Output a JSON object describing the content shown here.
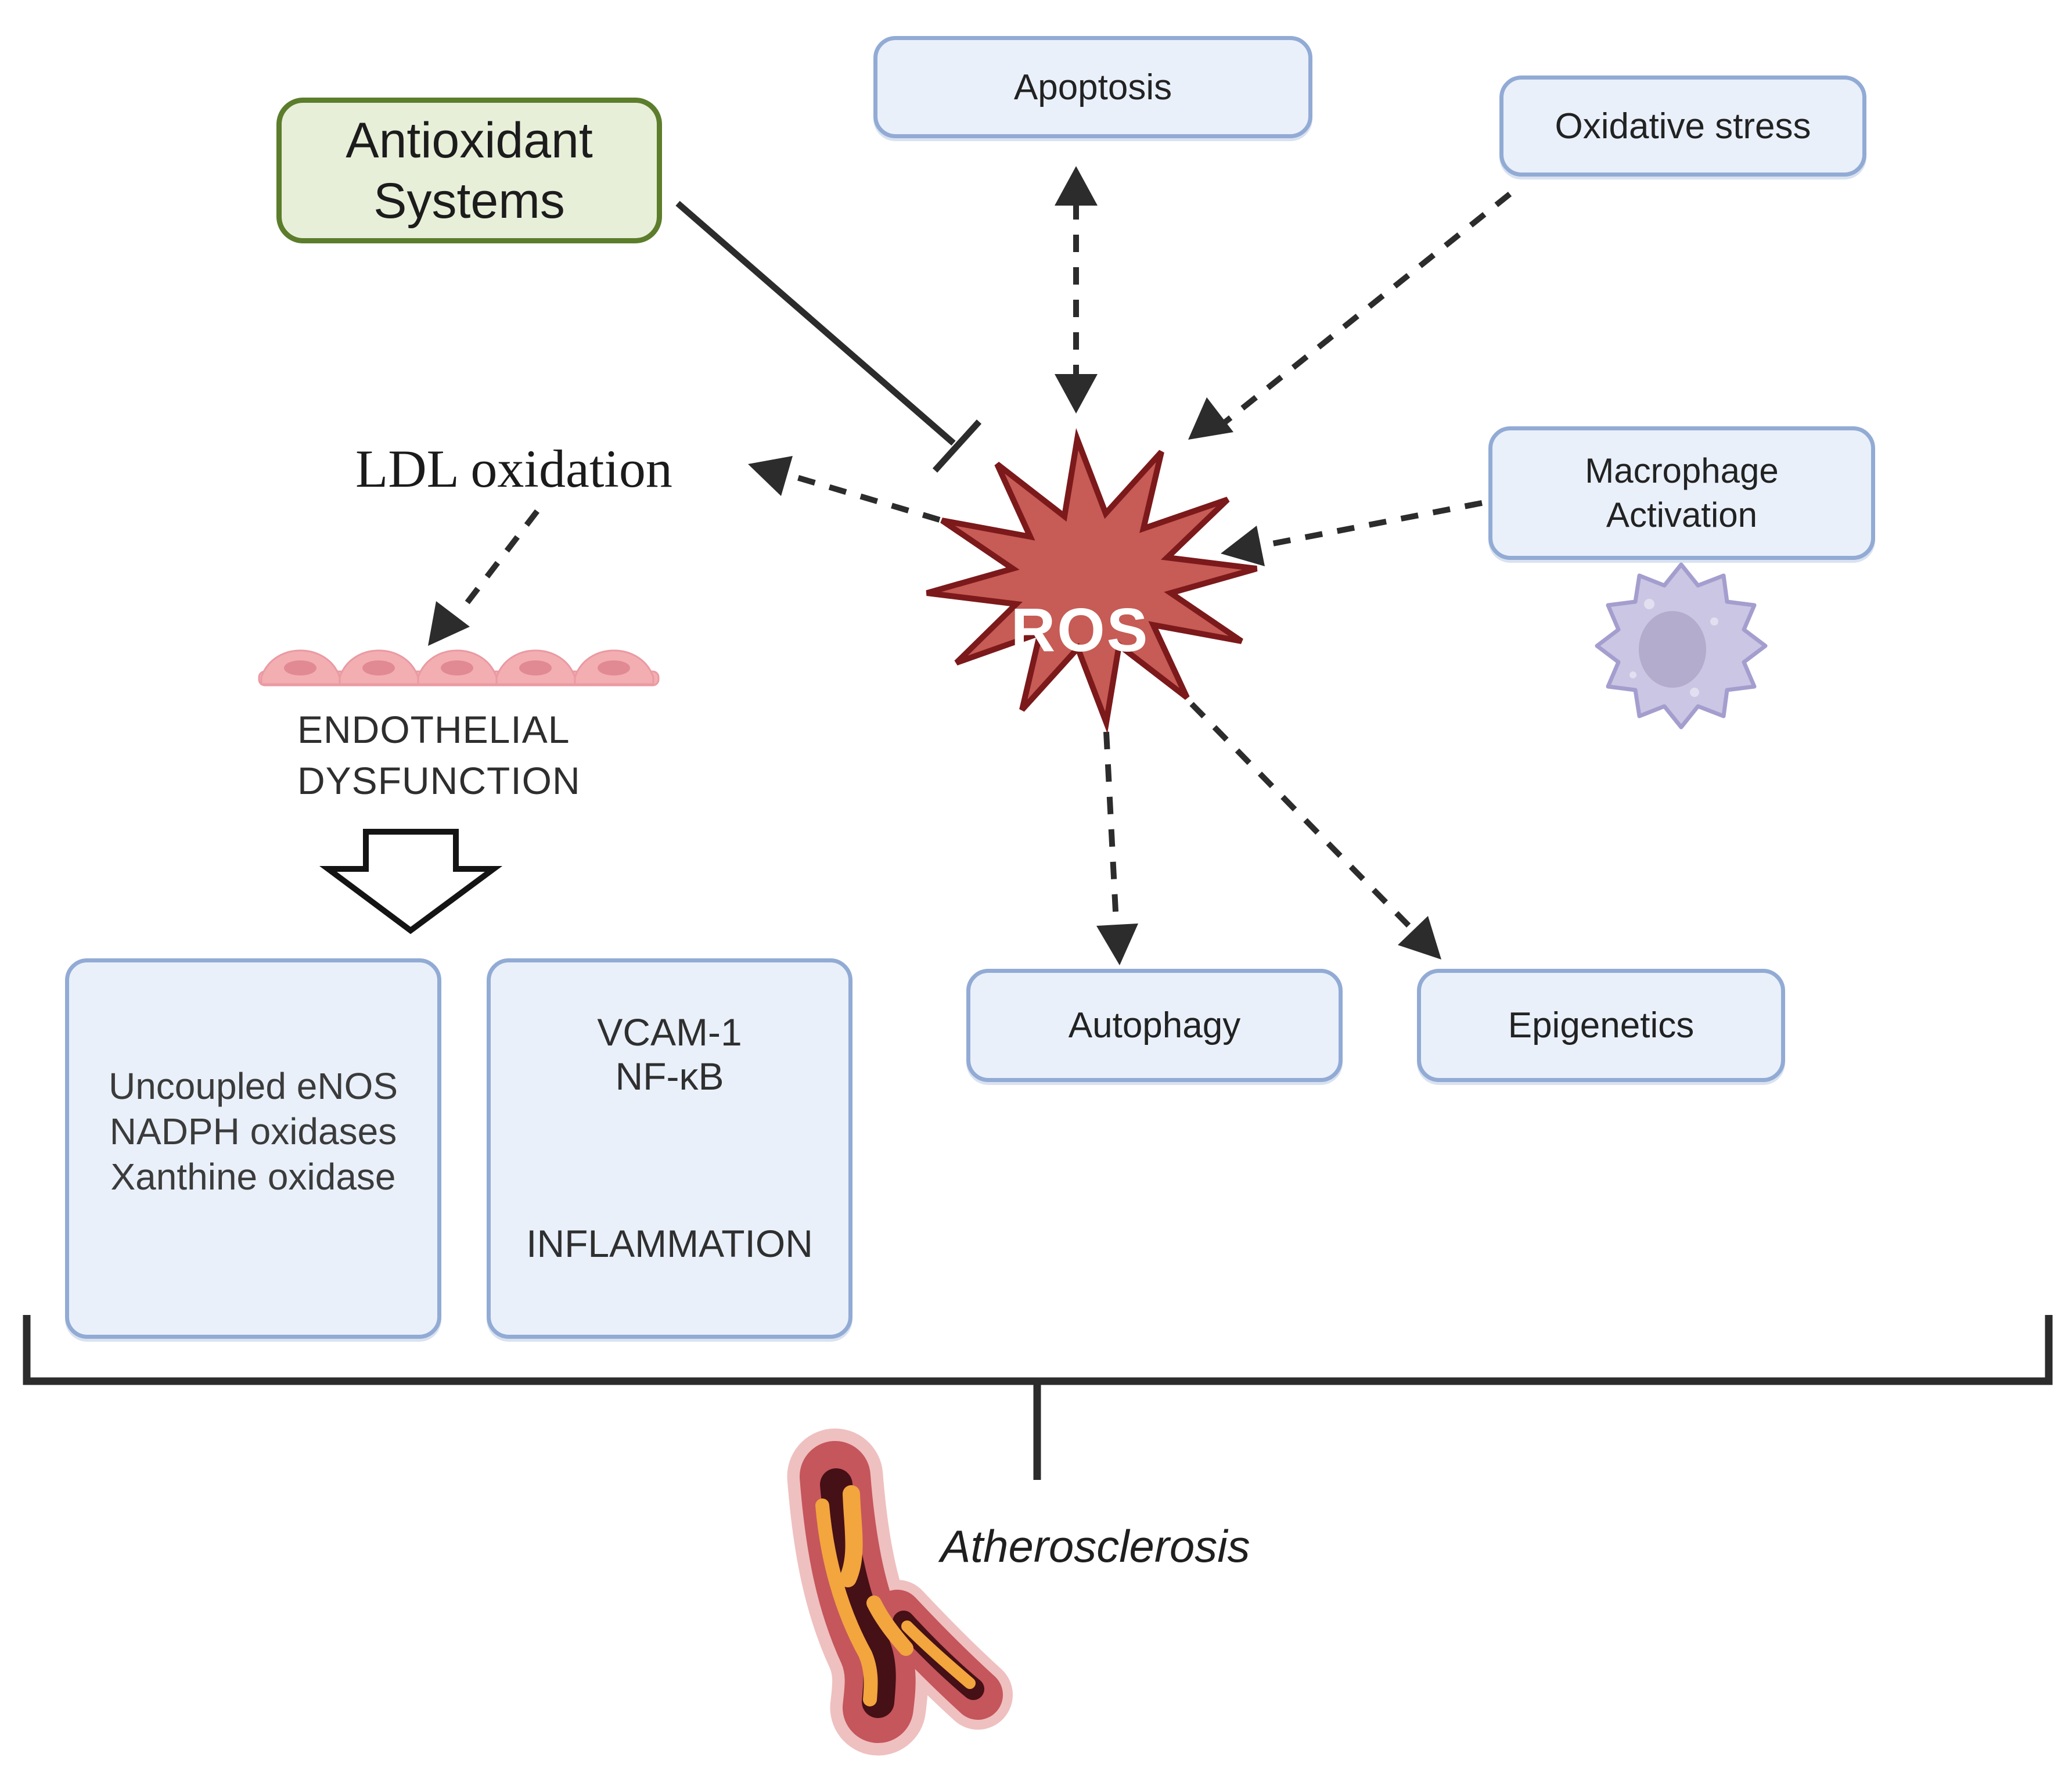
{
  "nodes": {
    "antioxidant_systems": {
      "lines": [
        "Antioxidant",
        "Systems"
      ]
    },
    "apoptosis": {
      "label": "Apoptosis"
    },
    "oxidative_stress": {
      "label": "Oxidative stress"
    },
    "macrophage_activation": {
      "lines": [
        "Macrophage",
        "Activation"
      ]
    },
    "ros": {
      "label": "ROS"
    },
    "ldl_oxidation": {
      "label": "LDL oxidation"
    },
    "endothelial_dysfunction": {
      "lines": [
        "ENDOTHELIAL",
        "DYSFUNCTION"
      ]
    },
    "oxidase_sources": {
      "lines": [
        "Uncoupled eNOS",
        "NADPH oxidases",
        "Xanthine oxidase"
      ]
    },
    "vcam_inflammation": {
      "top_lines": [
        "VCAM-1",
        "NF-κB"
      ],
      "bottom_label": "INFLAMMATION"
    },
    "autophagy": {
      "label": "Autophagy"
    },
    "epigenetics": {
      "label": "Epigenetics"
    },
    "atherosclerosis": {
      "label": "Atherosclerosis"
    }
  },
  "connections": [
    {
      "from": "ros",
      "to": "apoptosis",
      "type": "dashed-double-arrow"
    },
    {
      "from": "oxidative_stress",
      "to": "ros",
      "type": "dashed-arrow"
    },
    {
      "from": "macrophage_activation",
      "to": "ros",
      "type": "dashed-arrow"
    },
    {
      "from": "ros",
      "to": "ldl_oxidation",
      "type": "dashed-arrow"
    },
    {
      "from": "ldl_oxidation",
      "to": "endothelial_dysfunction",
      "type": "dashed-arrow"
    },
    {
      "from": "ros",
      "to": "autophagy",
      "type": "dashed-arrow"
    },
    {
      "from": "ros",
      "to": "epigenetics",
      "type": "dashed-arrow"
    },
    {
      "from": "antioxidant_systems",
      "to": "ros",
      "type": "inhibition"
    },
    {
      "from": "endothelial_dysfunction",
      "to": "oxidase_sources",
      "type": "block-arrow"
    },
    {
      "from": "vcam_nfkb",
      "to": "inflammation",
      "type": "double-arrow"
    },
    {
      "from": "all-mechanisms",
      "to": "atherosclerosis",
      "type": "bracket"
    }
  ],
  "colors": {
    "green_box_fill": "#e8efd9",
    "green_box_border": "#5c7d2b",
    "blue_box_fill": "#e9f0fa",
    "blue_box_border": "#92abd5",
    "ros_fill": "#c75b55",
    "ros_border": "#7c191b",
    "arrow_color": "#2c2c2c",
    "bracket_color": "#2c2c2c",
    "endothelial_pink": "#f3aeb2",
    "endothelial_nucleus": "#e18a93",
    "macrophage_body": "#cbc6e3",
    "macrophage_nucleus": "#b3accd",
    "vessel_glow": "#efc0c0",
    "vessel_wall": "#c5565c",
    "vessel_lumen": "#451016",
    "vessel_plaque": "#f3a53e"
  }
}
